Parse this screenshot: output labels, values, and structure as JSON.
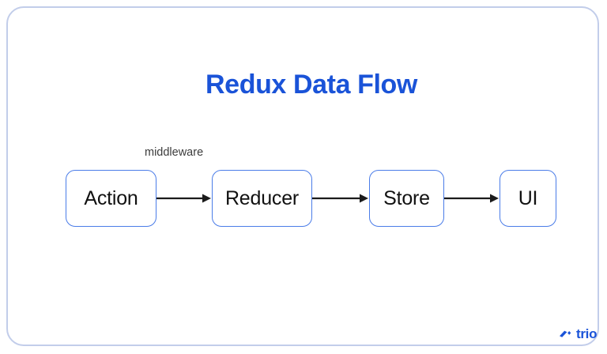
{
  "card": {
    "border_color": "#c2cdea",
    "background": "#ffffff"
  },
  "title": {
    "text": "Redux Data Flow",
    "color": "#1a53d8"
  },
  "diagram": {
    "type": "flow",
    "caption": {
      "text": "middleware",
      "color": "#3c3c3c",
      "over_connector": "action-to-reducer"
    },
    "node_border_color": "#4a7ce8",
    "node_text_color": "#111111",
    "arrow_color": "#1b1b1b",
    "nodes": [
      {
        "id": "action",
        "label": "Action"
      },
      {
        "id": "reducer",
        "label": "Reducer"
      },
      {
        "id": "store",
        "label": "Store"
      },
      {
        "id": "ui",
        "label": "UI"
      }
    ],
    "connectors": [
      {
        "id": "action-to-reducer",
        "from": "action",
        "to": "reducer",
        "style": "arrow"
      },
      {
        "id": "reducer-to-store",
        "from": "reducer",
        "to": "store",
        "style": "arrow"
      },
      {
        "id": "store-to-ui",
        "from": "store",
        "to": "ui",
        "style": "arrow"
      }
    ]
  },
  "brand": {
    "name": "trio",
    "color": "#1a53d8"
  }
}
